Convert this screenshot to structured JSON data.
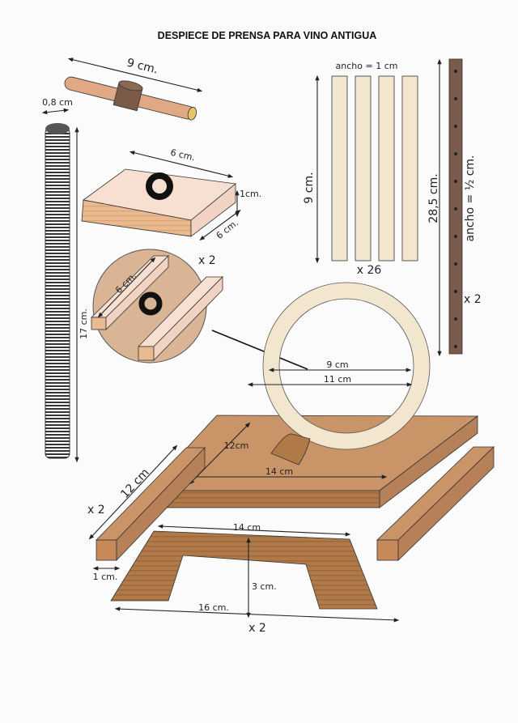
{
  "title": "DESPIECE DE PRENSA PARA VINO ANTIGUA",
  "handle": {
    "length": "9 cm."
  },
  "screw": {
    "diameter": "0,8 cm",
    "height": "17 cm."
  },
  "block": {
    "width": "6 cm.",
    "depth": "6 cm.",
    "height": "1cm."
  },
  "detail": {
    "rail_length": "6 cm.",
    "quantity": "x 2"
  },
  "slats": {
    "width": "ancho = 1 cm",
    "height": "9 cm.",
    "quantity": "x 26"
  },
  "uprights": {
    "height": "28,5 cm.",
    "width": "ancho = ½ cm.",
    "quantity": "x 2"
  },
  "ring": {
    "inner_diameter": "9 cm",
    "outer_diameter": "11 cm"
  },
  "board": {
    "depth": "12cm",
    "width": "14 cm"
  },
  "rails": {
    "length": "12 cm",
    "width": "1 cm.",
    "quantity": "x 2"
  },
  "legs": {
    "top_width": "14 cm",
    "height": "3 cm.",
    "bottom_width": "16 cm.",
    "quantity": "x 2"
  },
  "colors": {
    "light_wood": "#f3e6cf",
    "pink_wood": "#f2d9cc",
    "mid_wood": "#c89468",
    "dark_wood": "#a0704a",
    "upright": "#7a5a4c"
  }
}
